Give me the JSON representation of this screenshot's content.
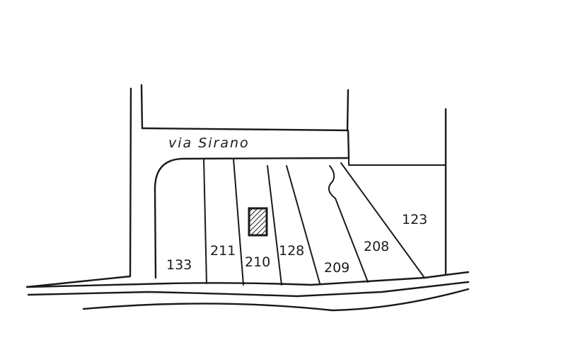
{
  "map": {
    "street": "via Sirano",
    "parcels": [
      {
        "id": "133"
      },
      {
        "id": "211"
      },
      {
        "id": "210"
      },
      {
        "id": "128"
      },
      {
        "id": "209"
      },
      {
        "id": "208"
      },
      {
        "id": "123"
      }
    ],
    "marked_building": {
      "parcel": "210",
      "pattern": "hatched"
    },
    "colors": {
      "ink": "#1a1a1a",
      "paper": "#ffffff"
    }
  }
}
